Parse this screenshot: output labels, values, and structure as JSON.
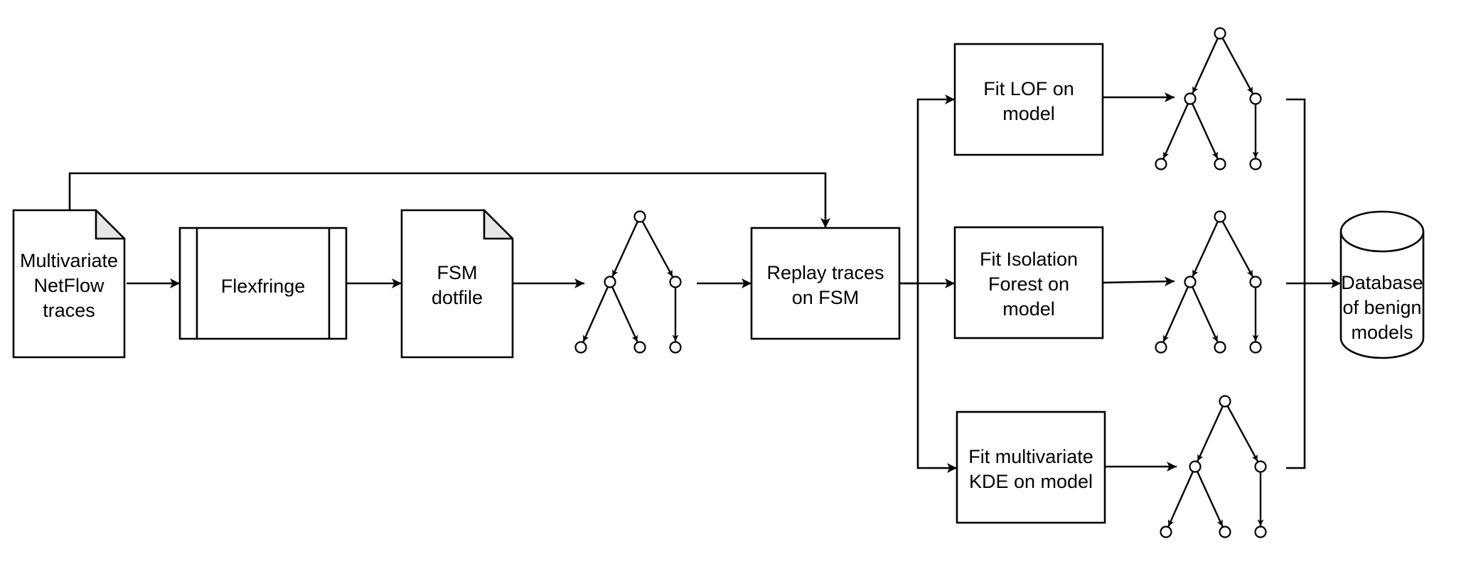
{
  "nodes": {
    "netflow_doc": [
      "Multivariate",
      "NetFlow",
      "traces"
    ],
    "flexfringe": [
      "Flexfringe"
    ],
    "fsm_doc": [
      "FSM",
      "dotfile"
    ],
    "replay": [
      "Replay traces",
      "on FSM"
    ],
    "lof": [
      "Fit LOF on",
      "model"
    ],
    "iforest": [
      "Fit Isolation",
      "Forest on",
      "model"
    ],
    "kde": [
      "Fit multivariate",
      "KDE on model"
    ],
    "database": [
      "Database",
      "of benign",
      "models"
    ]
  },
  "colors": {
    "stroke": "#000000",
    "fill": "#ffffff",
    "fold": "#e6e6e6"
  },
  "icons": {
    "tree": "state-machine-tree-icon"
  }
}
